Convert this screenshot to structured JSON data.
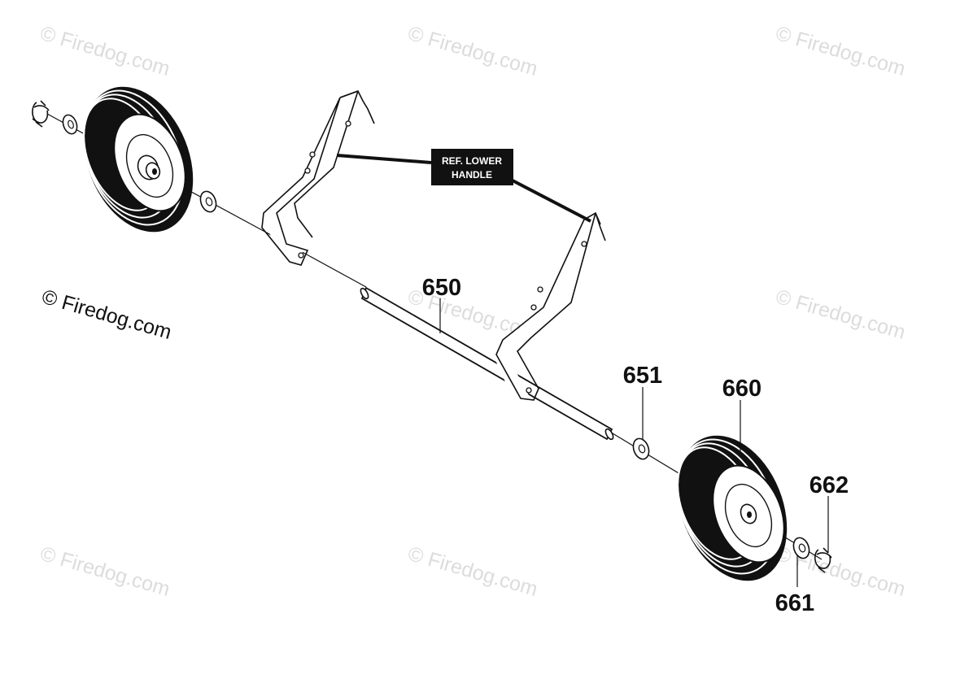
{
  "watermarks": [
    "© Firedog.com",
    "© Firedog.com",
    "© Firedog.com",
    "© Firedog.com",
    "© Firedog.com",
    "© Firedog.com",
    "© Firedog.com",
    "© Firedog.com",
    "© Firedog.com"
  ],
  "callout": {
    "line1": "REF. LOWER",
    "line2": "HANDLE"
  },
  "parts": {
    "axle": "650",
    "washer_inner": "651",
    "wheel": "660",
    "washer_outer": "661",
    "clip": "662"
  }
}
